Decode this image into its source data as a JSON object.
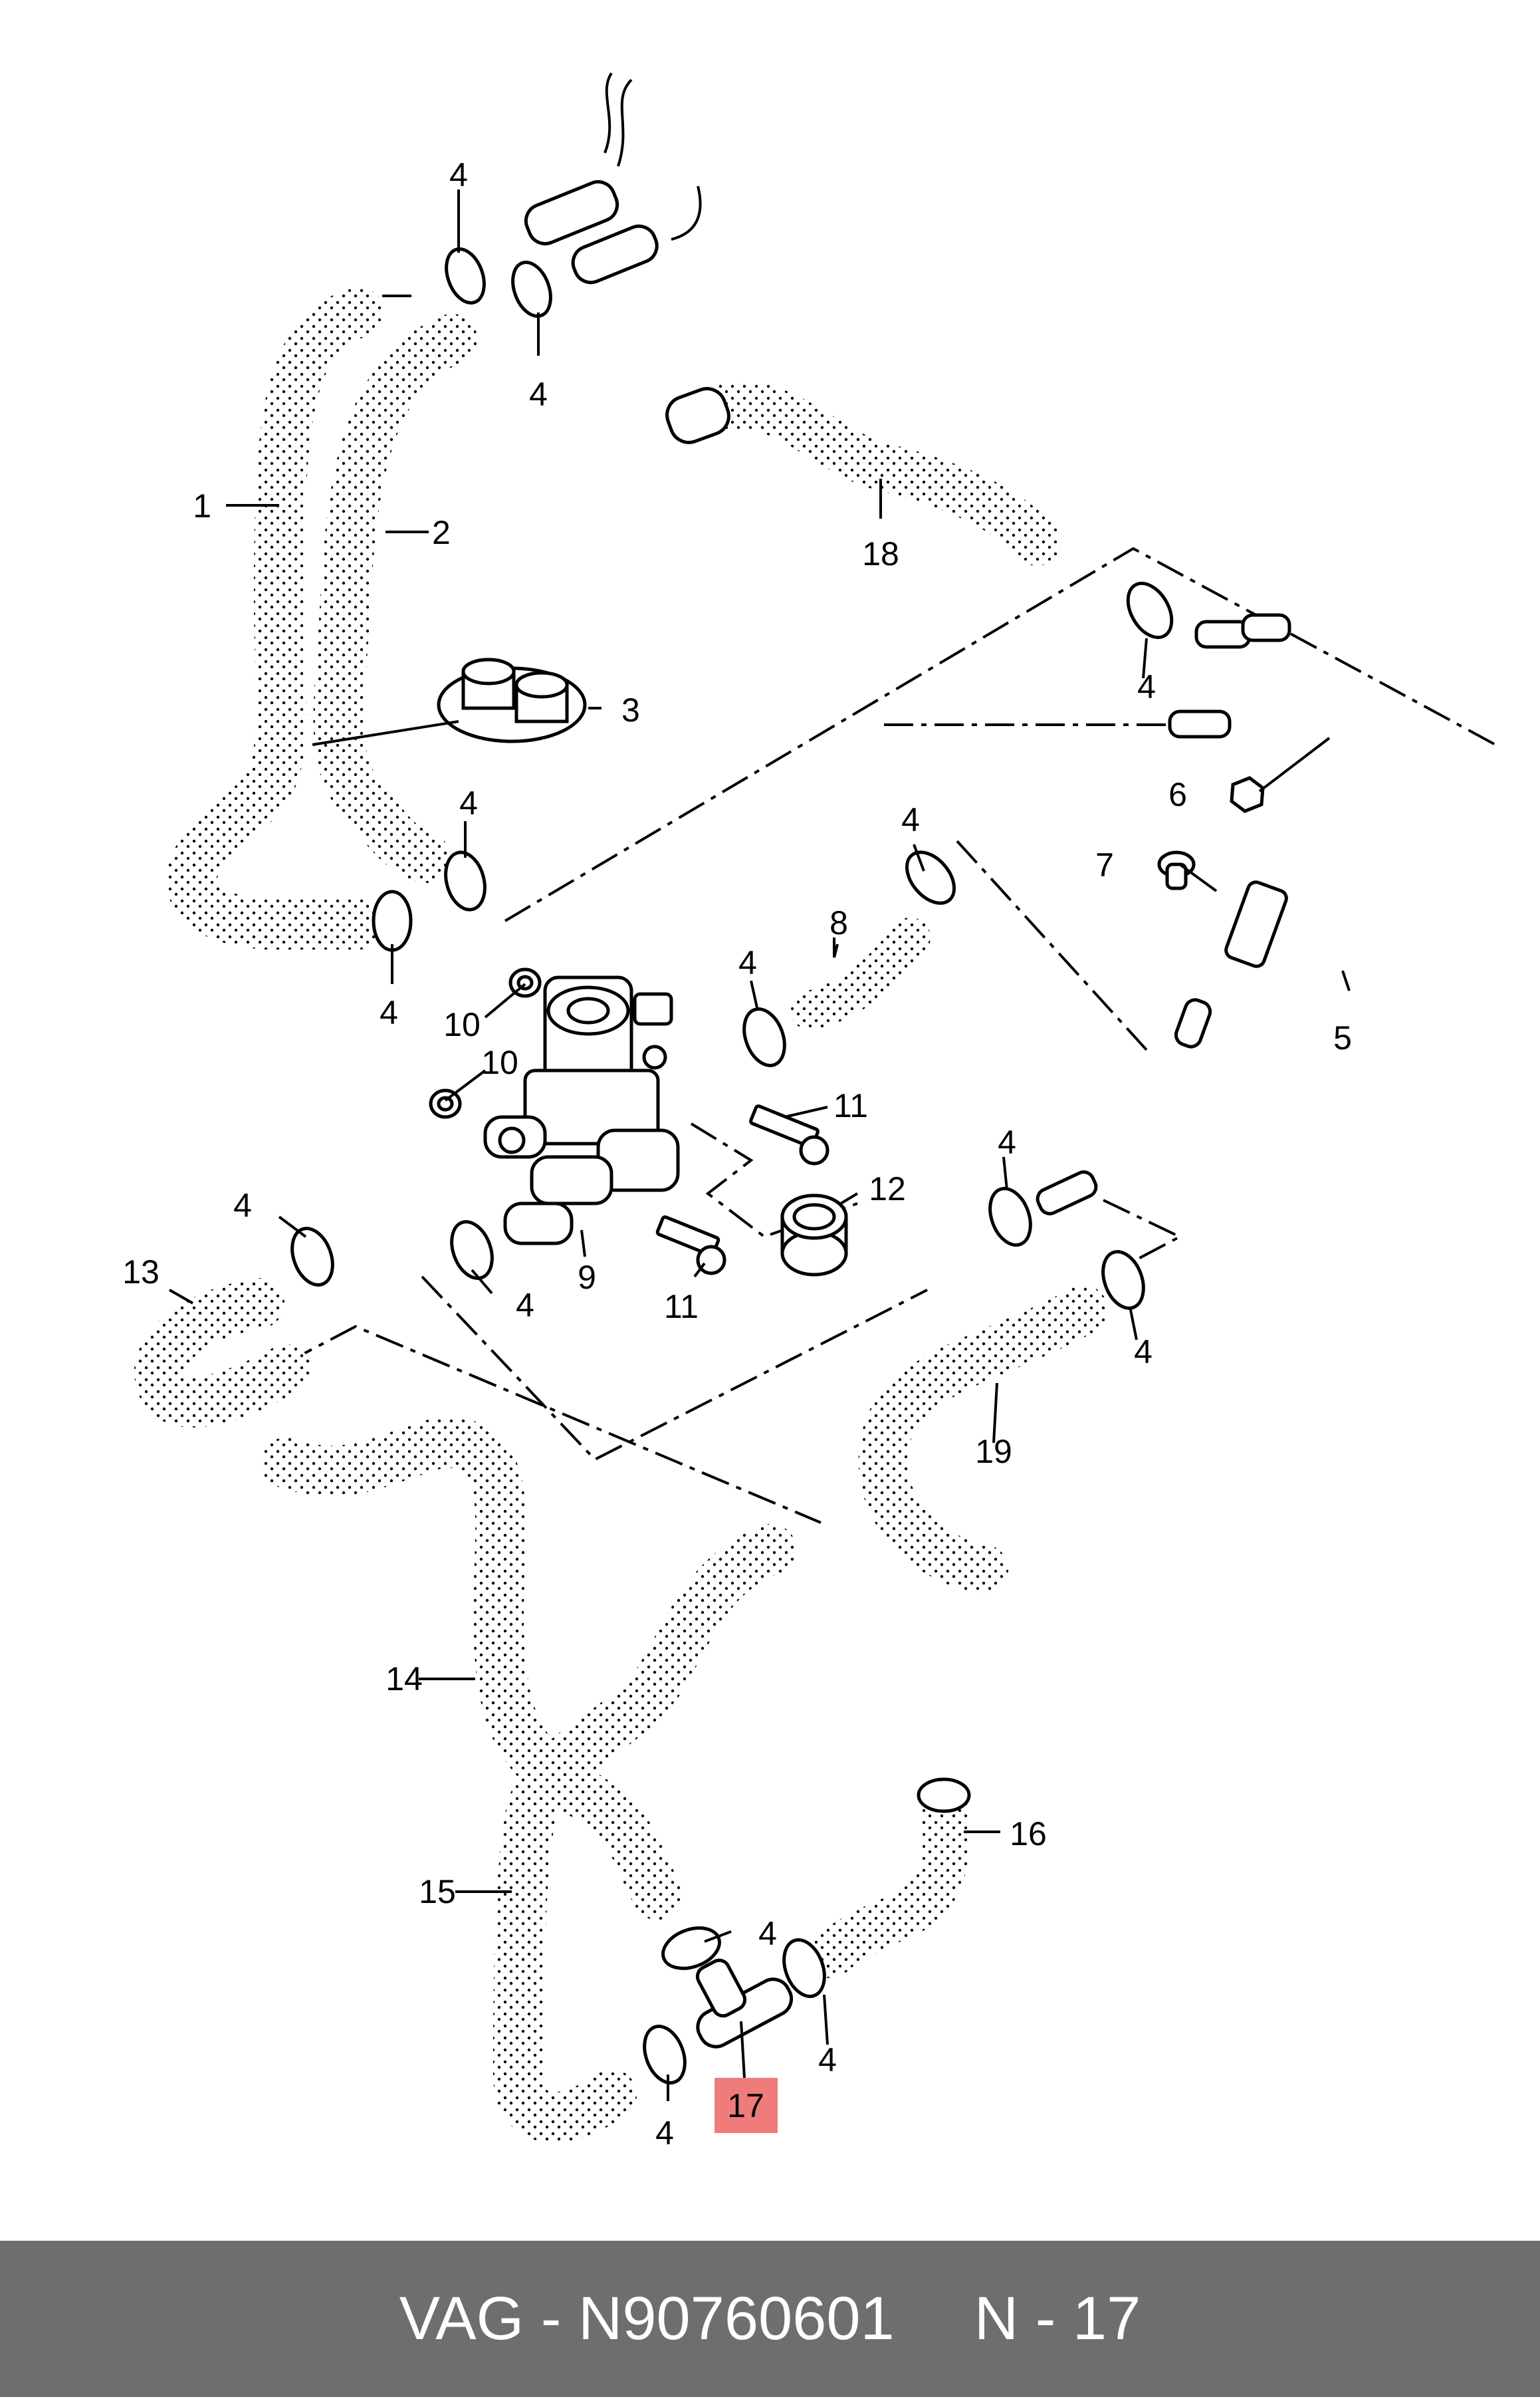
{
  "diagram": {
    "callouts": {
      "c1": "1",
      "c2": "2",
      "c3": "3",
      "c4a": "4",
      "c4b": "4",
      "c4c": "4",
      "c4d": "4",
      "c4e": "4",
      "c4f": "4",
      "c4g": "4",
      "c4h": "4",
      "c4i": "4",
      "c4j": "4",
      "c4k": "4",
      "c4l": "4",
      "c4m": "4",
      "c4n": "4",
      "c5": "5",
      "c6": "6",
      "c7": "7",
      "c8": "8",
      "c9": "9",
      "c10a": "10",
      "c10b": "10",
      "c11a": "11",
      "c11b": "11",
      "c12": "12",
      "c13": "13",
      "c14": "14",
      "c15": "15",
      "c16": "16",
      "c17": "17",
      "c18": "18",
      "c19": "19"
    },
    "highlight_color": "#ef7b7b"
  },
  "footer": {
    "part_number": "VAG - N90760601",
    "position_label": "N - 17",
    "background_color": "#6e6e6e"
  }
}
